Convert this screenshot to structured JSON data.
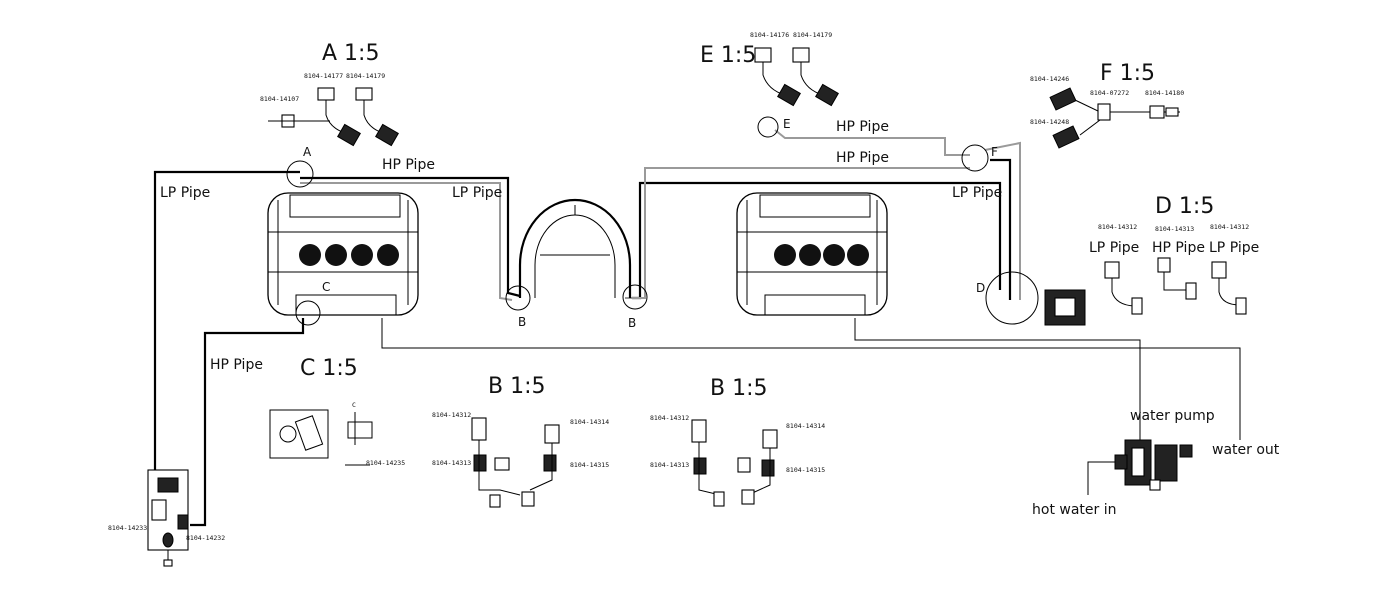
{
  "labels": {
    "lp_pipe_left": "LP Pipe",
    "hp_pipe_a": "HP Pipe",
    "lp_pipe_a": "LP Pipe",
    "hp_pipe_left": "HP Pipe",
    "hp_pipe_e": "HP Pipe",
    "hp_pipe_f": "HP Pipe",
    "lp_pipe_right": "LP Pipe",
    "water_pump": "water pump",
    "water_out": "water out",
    "hot_water_in": "hot water in"
  },
  "markers": {
    "a": "A",
    "b1": "B",
    "b2": "B",
    "c": "C",
    "d": "D",
    "e": "E",
    "f": "F"
  },
  "details": {
    "a": {
      "title": "A 1:5",
      "parts": [
        "8104-14107",
        "8104-14177",
        "8104-14179"
      ]
    },
    "e": {
      "title": "E 1:5",
      "parts": [
        "8104-14176",
        "8104-14179"
      ]
    },
    "f": {
      "title": "F 1:5",
      "parts": [
        "8104-14246",
        "8104-07272",
        "8104-14180",
        "8104-14248"
      ]
    },
    "d": {
      "title": "D 1:5",
      "parts": [
        "8104-14312",
        "8104-14313",
        "8104-14312"
      ],
      "pipes": [
        "LP Pipe",
        "HP Pipe",
        "LP Pipe"
      ]
    },
    "c": {
      "title": "C 1:5",
      "parts": [
        "8104-14235"
      ],
      "marker": "C"
    },
    "b1": {
      "title": "B 1:5",
      "parts": [
        "8104-14312",
        "8104-14313",
        "8104-14314",
        "8104-14315"
      ]
    },
    "b2": {
      "title": "B 1:5",
      "parts": [
        "8104-14312",
        "8104-14313",
        "8104-14314",
        "8104-14315"
      ]
    }
  },
  "pump_unit": {
    "parts": [
      "8104-14233",
      "8104-14232"
    ]
  }
}
